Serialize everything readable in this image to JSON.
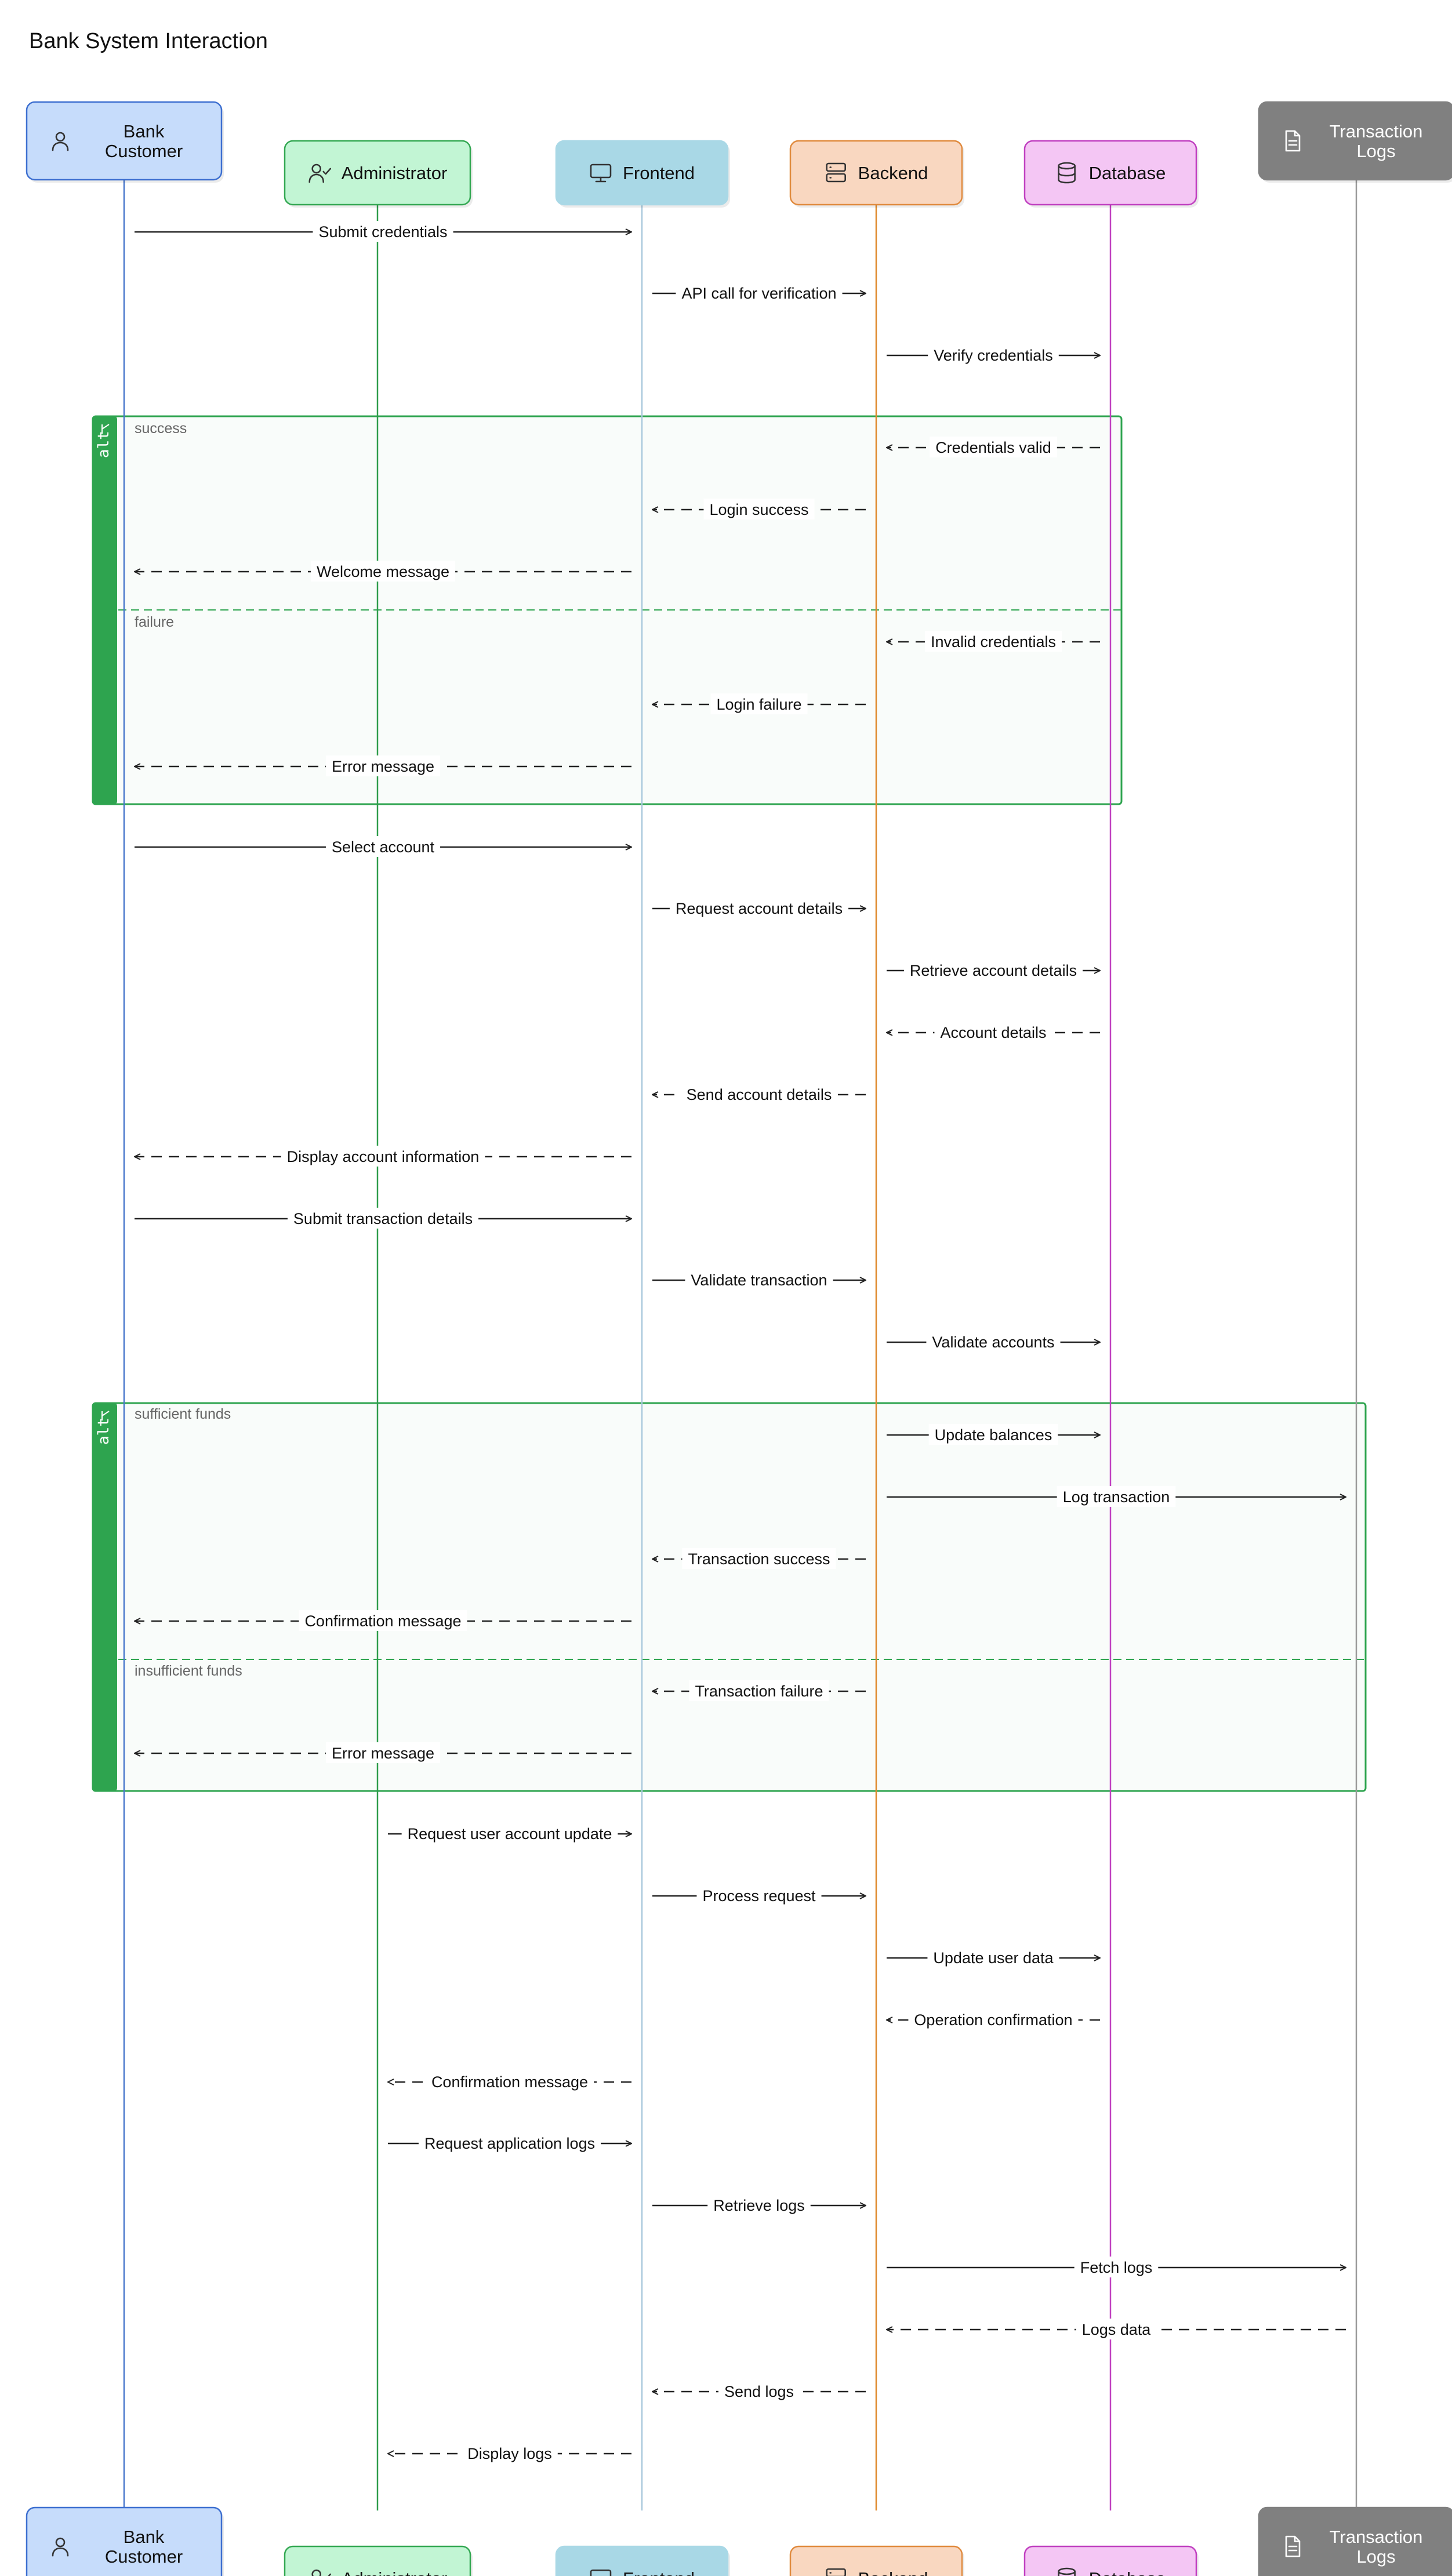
{
  "title": "Bank System Interaction",
  "participants": [
    {
      "id": "customer",
      "label_lines": [
        "Bank",
        "Customer"
      ],
      "icon": "user-icon",
      "fill": "#c6dcfb",
      "stroke": "#3d6fd0",
      "line": "#4a78cc"
    },
    {
      "id": "admin",
      "label_lines": [
        "Administrator"
      ],
      "icon": "user-check-icon",
      "fill": "#c2f5d4",
      "stroke": "#34a853",
      "line": "#2e9c4a"
    },
    {
      "id": "frontend",
      "label_lines": [
        "Frontend"
      ],
      "icon": "monitor-icon",
      "fill": "#a9d8e6",
      "stroke": "#a9d8e6",
      "line": "#a9c8dc"
    },
    {
      "id": "backend",
      "label_lines": [
        "Backend"
      ],
      "icon": "server-icon",
      "fill": "#f9d7c0",
      "stroke": "#e08a3e",
      "line": "#e08a2e"
    },
    {
      "id": "database",
      "label_lines": [
        "Database"
      ],
      "icon": "database-icon",
      "fill": "#f4c6f4",
      "stroke": "#c040c0",
      "line": "#c040c0"
    },
    {
      "id": "logs",
      "label_lines": [
        "Transaction",
        "Logs"
      ],
      "icon": "file-icon",
      "fill": "#808080",
      "stroke": "#808080",
      "line": "#9a9a9a",
      "text_color": "#ffffff"
    }
  ],
  "messages": [
    {
      "from": "customer",
      "to": "frontend",
      "text": "Submit credentials",
      "dashed": false
    },
    {
      "from": "frontend",
      "to": "backend",
      "text": "API call for verification",
      "dashed": false
    },
    {
      "from": "backend",
      "to": "database",
      "text": "Verify credentials",
      "dashed": false
    },
    {
      "from": "database",
      "to": "backend",
      "text": "Credentials valid",
      "dashed": true
    },
    {
      "from": "backend",
      "to": "frontend",
      "text": "Login success",
      "dashed": true
    },
    {
      "from": "frontend",
      "to": "customer",
      "text": "Welcome message",
      "dashed": true
    },
    {
      "from": "database",
      "to": "backend",
      "text": "Invalid credentials",
      "dashed": true
    },
    {
      "from": "backend",
      "to": "frontend",
      "text": "Login failure",
      "dashed": true
    },
    {
      "from": "frontend",
      "to": "customer",
      "text": "Error message",
      "dashed": true
    },
    {
      "from": "customer",
      "to": "frontend",
      "text": "Select account",
      "dashed": false
    },
    {
      "from": "frontend",
      "to": "backend",
      "text": "Request account details",
      "dashed": false
    },
    {
      "from": "backend",
      "to": "database",
      "text": "Retrieve account details",
      "dashed": false
    },
    {
      "from": "database",
      "to": "backend",
      "text": "Account details",
      "dashed": true
    },
    {
      "from": "backend",
      "to": "frontend",
      "text": "Send account details",
      "dashed": true
    },
    {
      "from": "frontend",
      "to": "customer",
      "text": "Display account information",
      "dashed": true
    },
    {
      "from": "customer",
      "to": "frontend",
      "text": "Submit transaction details",
      "dashed": false
    },
    {
      "from": "frontend",
      "to": "backend",
      "text": "Validate transaction",
      "dashed": false
    },
    {
      "from": "backend",
      "to": "database",
      "text": "Validate accounts",
      "dashed": false
    },
    {
      "from": "backend",
      "to": "database",
      "text": "Update balances",
      "dashed": false
    },
    {
      "from": "backend",
      "to": "logs",
      "text": "Log transaction",
      "dashed": false
    },
    {
      "from": "backend",
      "to": "frontend",
      "text": "Transaction success",
      "dashed": true
    },
    {
      "from": "frontend",
      "to": "customer",
      "text": "Confirmation message",
      "dashed": true
    },
    {
      "from": "backend",
      "to": "frontend",
      "text": "Transaction failure",
      "dashed": true
    },
    {
      "from": "frontend",
      "to": "customer",
      "text": "Error message",
      "dashed": true
    },
    {
      "from": "admin",
      "to": "frontend",
      "text": "Request user account update",
      "dashed": false
    },
    {
      "from": "frontend",
      "to": "backend",
      "text": "Process request",
      "dashed": false
    },
    {
      "from": "backend",
      "to": "database",
      "text": "Update user data",
      "dashed": false
    },
    {
      "from": "database",
      "to": "backend",
      "text": "Operation confirmation",
      "dashed": true
    },
    {
      "from": "frontend",
      "to": "admin",
      "text": "Confirmation message",
      "dashed": true
    },
    {
      "from": "admin",
      "to": "frontend",
      "text": "Request application logs",
      "dashed": false
    },
    {
      "from": "frontend",
      "to": "backend",
      "text": "Retrieve logs",
      "dashed": false
    },
    {
      "from": "backend",
      "to": "logs",
      "text": "Fetch logs",
      "dashed": false
    },
    {
      "from": "logs",
      "to": "backend",
      "text": "Logs data",
      "dashed": true
    },
    {
      "from": "backend",
      "to": "frontend",
      "text": "Send logs",
      "dashed": true
    },
    {
      "from": "frontend",
      "to": "admin",
      "text": "Display logs",
      "dashed": true
    }
  ],
  "fragments": [
    {
      "keyword": "alt",
      "color": "#2ea44f",
      "right_participant": "database",
      "sections": [
        {
          "label": "success"
        },
        {
          "label": "failure"
        }
      ]
    },
    {
      "keyword": "alt",
      "color": "#2ea44f",
      "right_participant": "logs",
      "sections": [
        {
          "label": "sufficient funds"
        },
        {
          "label": "insufficient funds"
        }
      ]
    }
  ]
}
